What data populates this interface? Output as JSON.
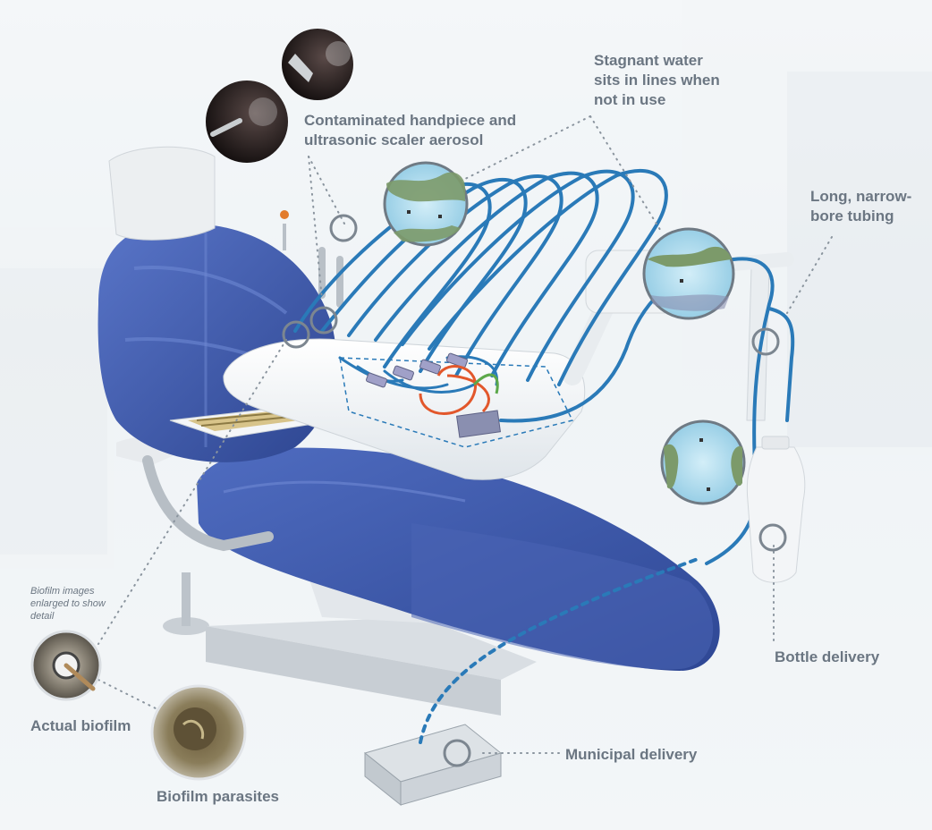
{
  "labels": {
    "contaminated": "Contaminated handpiece and ultrasonic scaler aerosol",
    "stagnant": "Stagnant water sits in lines when not in use",
    "long_tubing": "Long, narrow-bore tubing",
    "bottle": "Bottle delivery",
    "municipal": "Municipal delivery",
    "actual_biofilm": "Actual biofilm",
    "parasites": "Biofilm parasites",
    "enlarged": "Biofilm images enlarged to show detail"
  },
  "colors": {
    "chair_blue": "#3e5aa8",
    "tube_blue": "#2a7ab8",
    "label_gray": "#6b7682",
    "leader_gray": "#8a949e",
    "water_blue": "#a9d8ec",
    "biofilm_green": "#7c9a6a",
    "wire_orange": "#e2572b"
  },
  "icons": [
    "magnifier-circle-icon",
    "aerosol-photo-icon",
    "biofilm-photo-icon"
  ]
}
